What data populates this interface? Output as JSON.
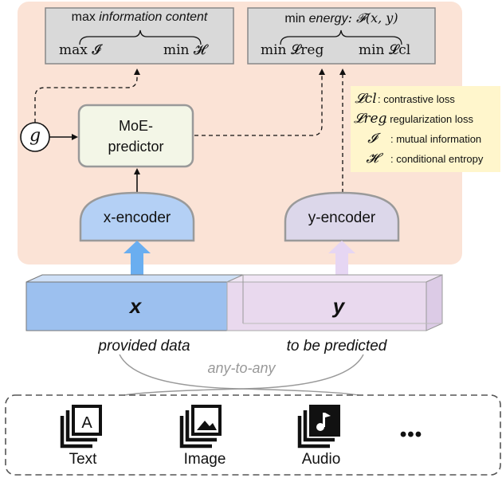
{
  "objective_box": {
    "prefix": "max",
    "emphasis": "information content",
    "left_term": "max 𝓘",
    "right_term": "min 𝓗"
  },
  "energy_box": {
    "prefix": "min",
    "emphasis": "energy",
    "formula": ": 𝓕(x, y)",
    "left_term": "min 𝓛reg",
    "right_term": "min 𝓛cl"
  },
  "g_node": "g",
  "predictor_line1": "MoE-",
  "predictor_line2": "predictor",
  "x_encoder": "x-encoder",
  "y_encoder": "y-encoder",
  "x_var": "x",
  "y_var": "y",
  "provided_label": "provided data",
  "predicted_label": "to be predicted",
  "any_to_any": "any-to-any",
  "legend": [
    {
      "symbol": "𝓛cl",
      "text": ": contrastive loss"
    },
    {
      "symbol": "𝓛reg",
      "text": ": regularization loss"
    },
    {
      "symbol": "𝓘",
      "text": ": mutual information"
    },
    {
      "symbol": "𝓗",
      "text": ": conditional entropy"
    }
  ],
  "modalities": [
    {
      "label": "Text",
      "icon": "text-modality-icon"
    },
    {
      "label": "Image",
      "icon": "image-modality-icon"
    },
    {
      "label": "Audio",
      "icon": "audio-modality-icon"
    }
  ],
  "more": "•••",
  "colors": {
    "panel": "#fbe3d6",
    "x_blue": "#b4d0f5",
    "x_block": "#9cc0ef",
    "y_lavender": "#dcd7ea",
    "y_block": "#e9d9ee",
    "predictor": "#f3f6e7",
    "legend_bg": "#fff6cc",
    "header_bg": "#d9d9d9"
  }
}
